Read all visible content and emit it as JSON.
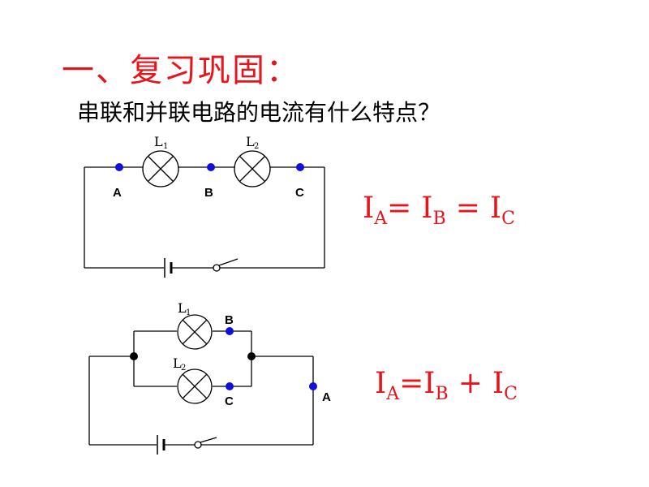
{
  "title": "一、复习巩固：",
  "question": "串联和并联电路的电流有什么特点？",
  "colors": {
    "accent": "#e8141b",
    "point": "#1010d8",
    "junction": "#000000"
  },
  "series_circuit": {
    "lamps": [
      {
        "label": "L",
        "sub": "1"
      },
      {
        "label": "L",
        "sub": "2"
      }
    ],
    "points": [
      "A",
      "B",
      "C"
    ],
    "formula": {
      "i1": "I",
      "s1": "A",
      "op1": "=",
      "i2": "I",
      "s2": "B",
      "op2": "=",
      "i3": "I",
      "s3": "C"
    }
  },
  "parallel_circuit": {
    "lamps": [
      {
        "label": "L",
        "sub": "1"
      },
      {
        "label": "L",
        "sub": "2"
      }
    ],
    "points": [
      "B",
      "C",
      "A"
    ],
    "formula": {
      "i1": "I",
      "s1": "A",
      "op1": "=",
      "i2": "I",
      "s2": "B",
      "op2": "+",
      "i3": "I",
      "s3": "C"
    }
  }
}
